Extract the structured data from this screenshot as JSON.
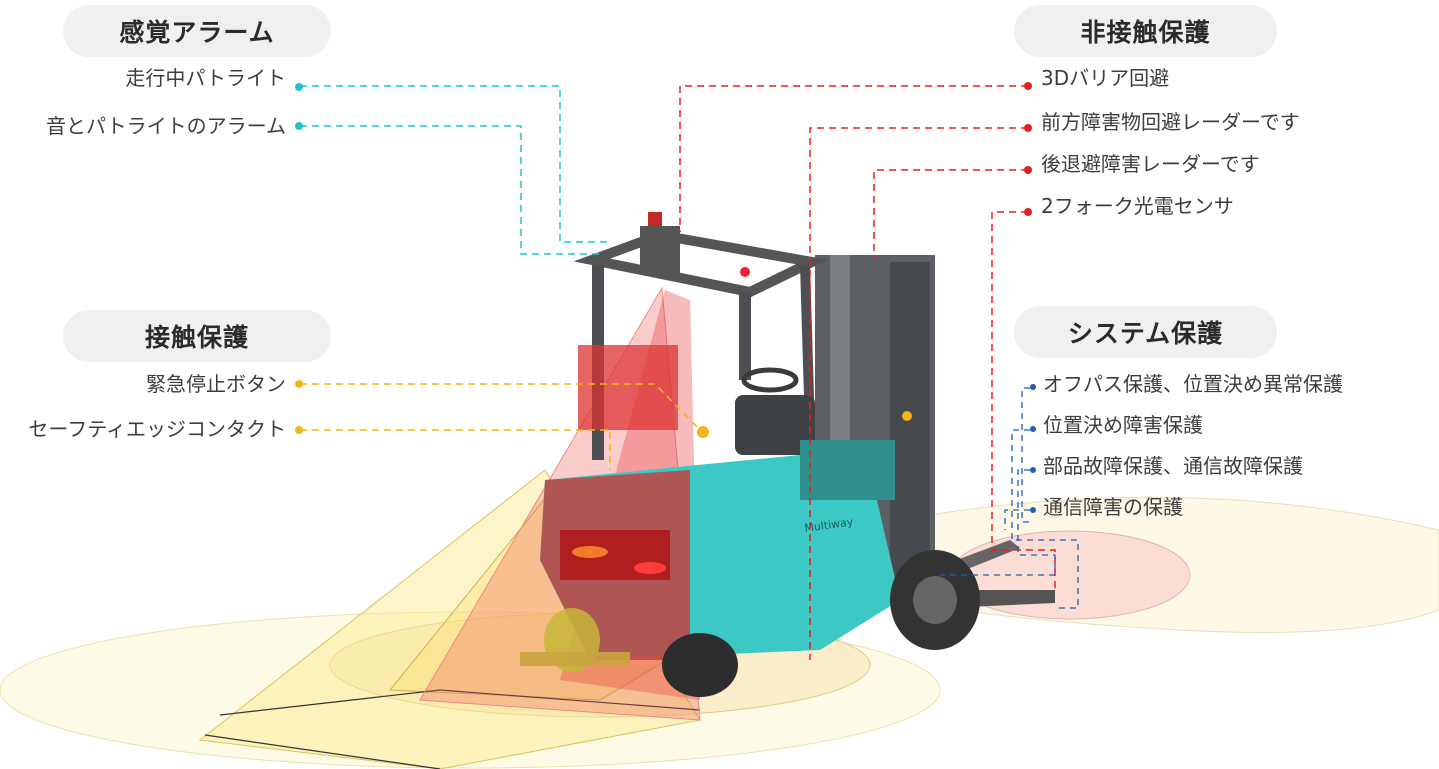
{
  "groups": {
    "sensory": {
      "title": "感覚アラーム",
      "color": "#22c3c8",
      "items": [
        "走行中パトライト",
        "音とパトライトのアラーム"
      ]
    },
    "contact": {
      "title": "接触保護",
      "color": "#f2b418",
      "items": [
        "緊急停止ボタン",
        "セーフティエッジコンタクト"
      ]
    },
    "noncontact": {
      "title": "非接触保護",
      "color": "#e32020",
      "items": [
        "3Dバリア回避",
        "前方障害物回避レーダーです",
        "後退避障害レーダーです",
        "2フォーク光電センサ"
      ]
    },
    "system": {
      "title": "システム保護",
      "color": "#1f5fb4",
      "items": [
        "オフパス保護、位置決め異常保護",
        "位置決め障害保護",
        "部品故障保護、通信故障保護",
        "通信障害の保護"
      ]
    }
  },
  "vehicle": {
    "brand": "Multiway",
    "body_color": "#3cc9c6"
  }
}
